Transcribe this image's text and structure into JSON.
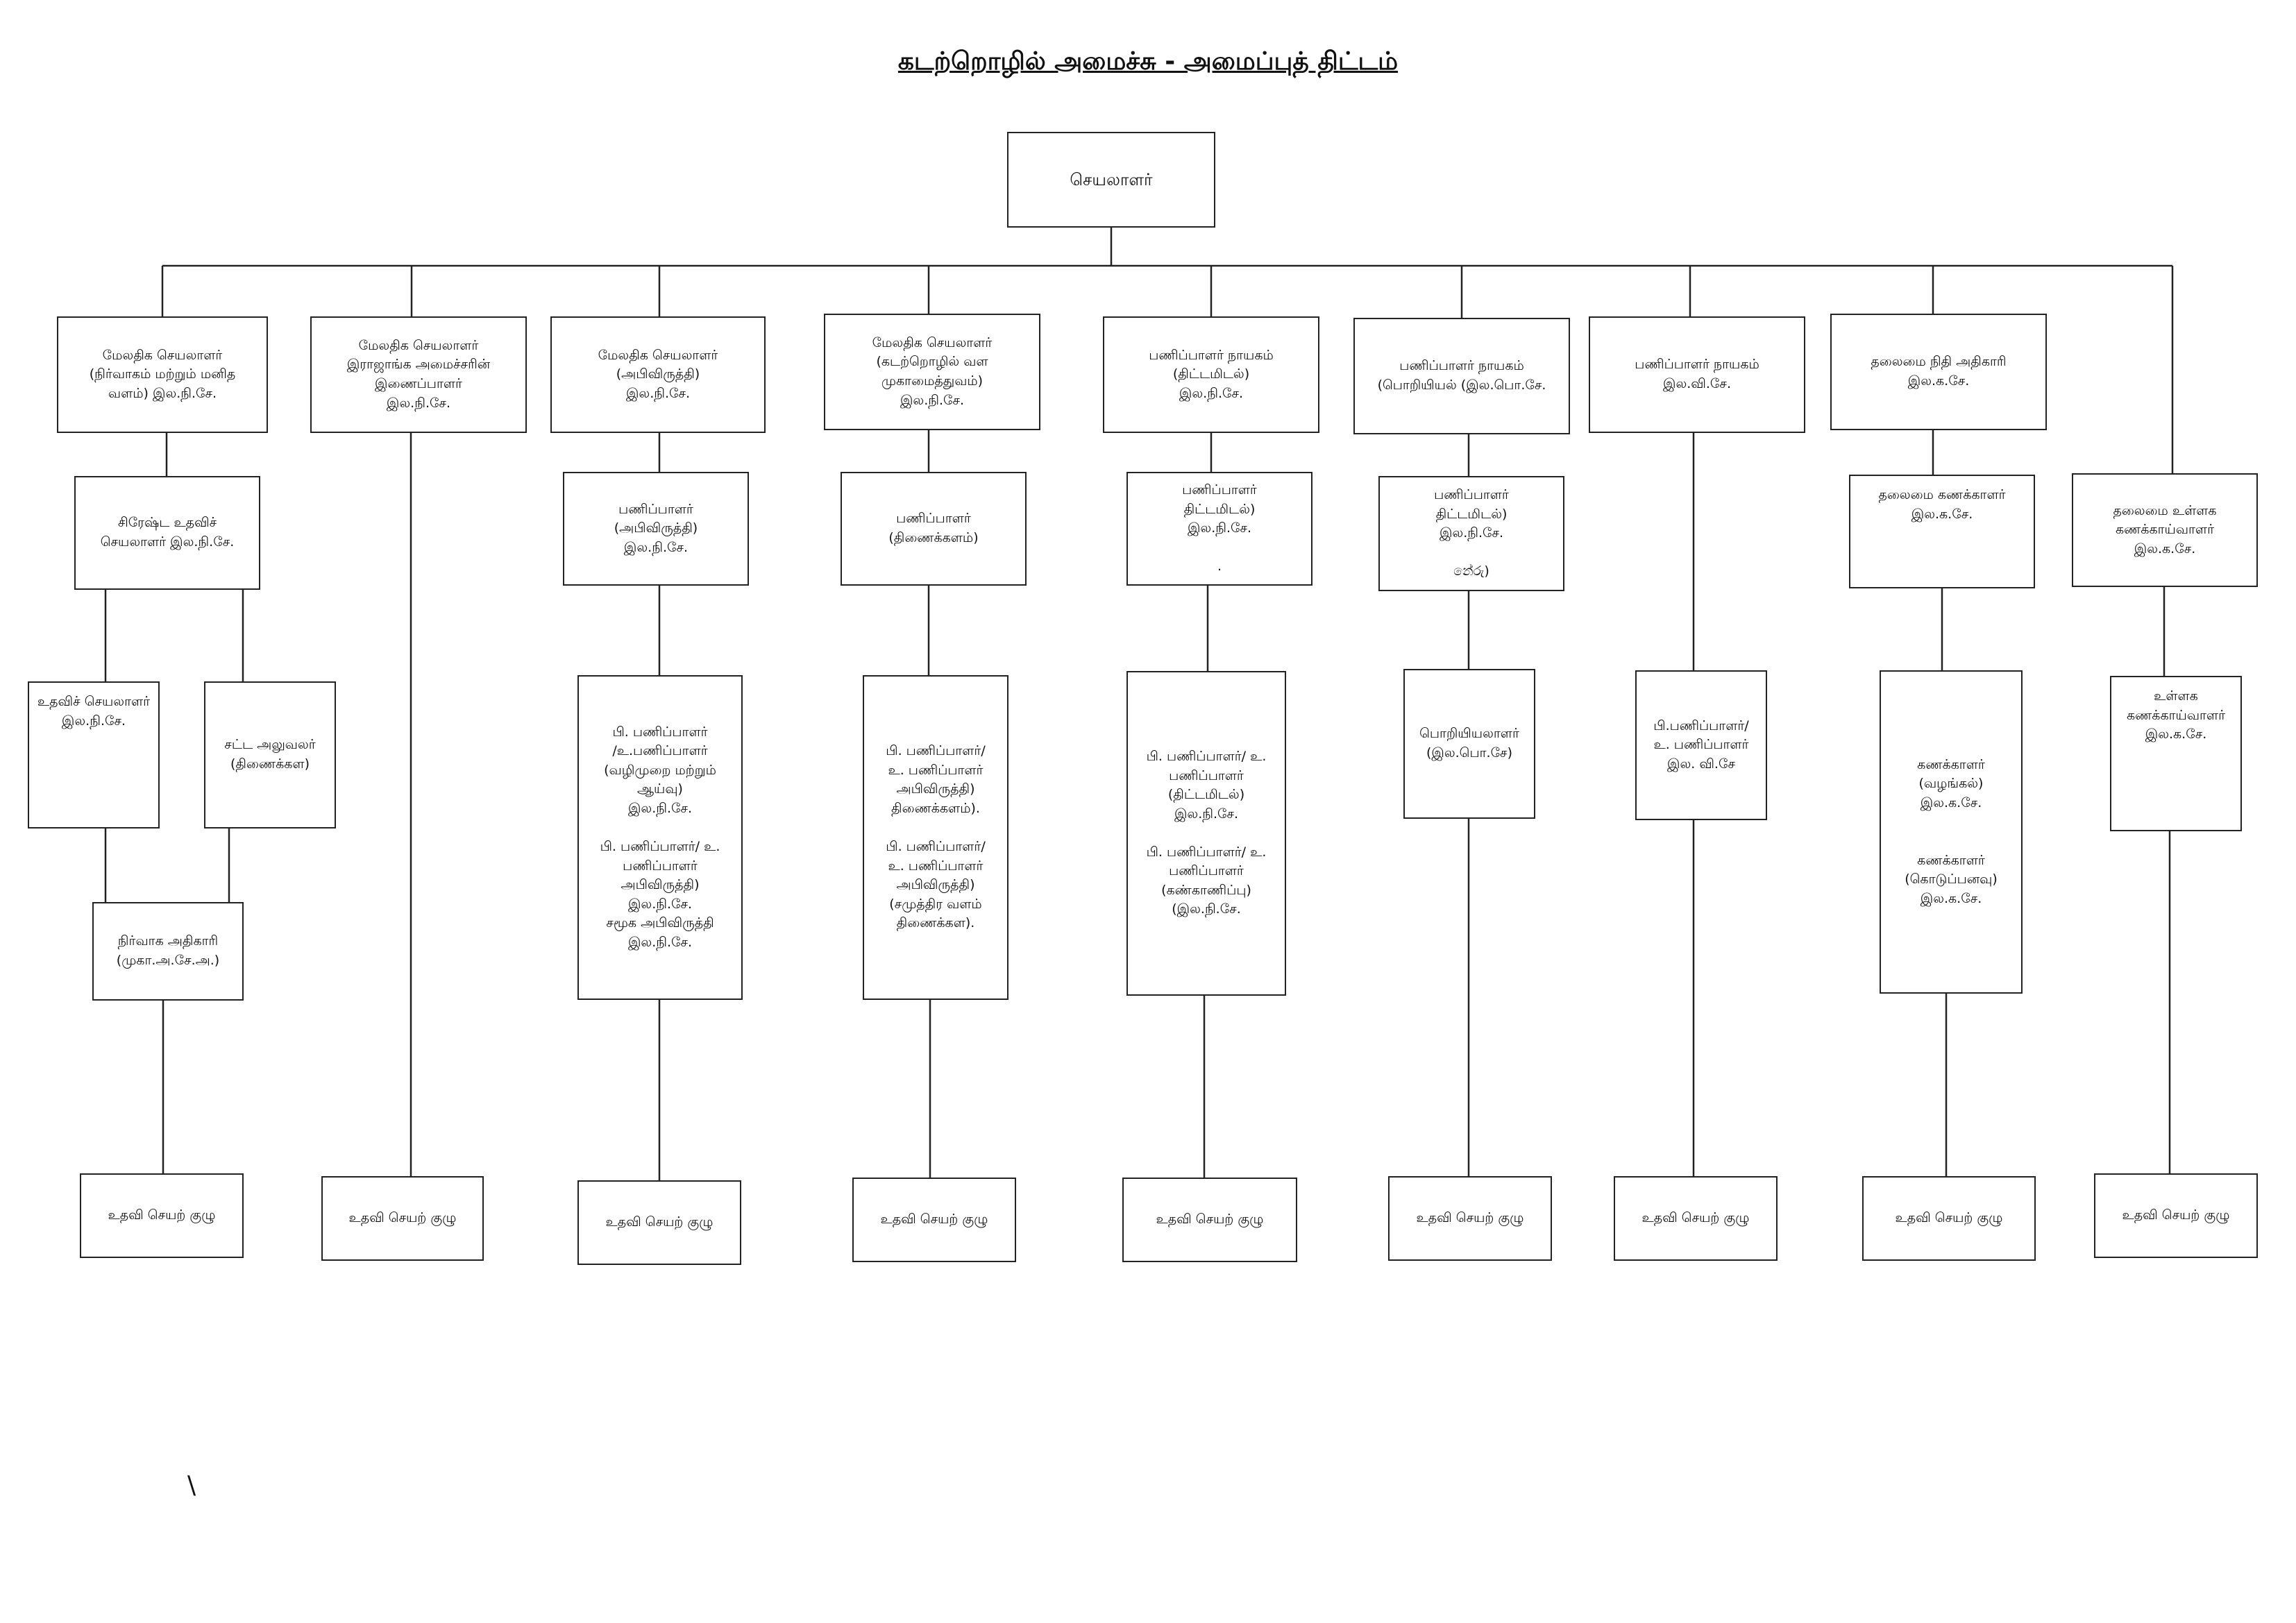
{
  "title": "கடற்றொழில் அமைச்சு - அமைப்புத் திட்டம்",
  "root": "செயலாளர்",
  "nodes": {
    "c1": "மேலதிக செயலாளர்\n(நிர்வாகம் மற்றும் மனித\nவளம்)   இல.நி.சே.",
    "c1a": "சிரேஷ்ட உதவிச்\nசெயலாளர் இல.நி.சே.",
    "c1b": "உதவிச் செயலாளர்\nஇல.நி.சே.",
    "c1c": "சட்ட அலுவலர்\n(திணைக்கள)",
    "c1d": "நிர்வாக அதிகாரி\n(முகா.அ.சே.அ.)",
    "c2": "மேலதிக செயலாளர்\nஇராஜாங்க அமைச்சரின்\nஇணைப்பாளர்\nஇல.நி.சே.",
    "c3": "மேலதிக செயலாளர்\n(அபிவிருத்தி)\nஇல.நி.சே.",
    "c3a": "பணிப்பாளர்\n(அபிவிருத்தி)\nஇல.நி.சே.",
    "c3b": "பி. பணிப்பாளர்\n/உ.பணிப்பாளர்\n(வழிமுறை மற்றும்\nஆய்வு)\nஇல.நி.சே.\n\nபி. பணிப்பாளர்/        உ.\nபணிப்பாளர்\nஅபிவிருத்தி)\nஇல.நி.சே.\nசமூக அபிவிருத்தி\nஇல.நி.சே.",
    "c4": "மேலதிக செயலாளர்\n(கடற்றொழில் வள\nமுகாமைத்துவம்)\nஇல.நி.சே.",
    "c4a": "பணிப்பாளர்\n(திணைக்களம்)",
    "c4b": "பி. பணிப்பாளர்/\nஉ. பணிப்பாளர்\nஅபிவிருத்தி)\nதிணைக்களம்).\n\nபி. பணிப்பாளர்/\nஉ. பணிப்பாளர்\nஅபிவிருத்தி)\n(சமுத்திர வளம்\nதிணைக்கள).",
    "c5": "பணிப்பாளர் நாயகம்\n(திட்டமிடல்)\nஇல.நி.சே.",
    "c5a": "பணிப்பாளர்\nதிட்டமிடல்)\nஇல.நி.சே.\n\n.",
    "c5b": "பி. பணிப்பாளர்/ உ.\nபணிப்பாளர்\n(திட்டமிடல்)\nஇல.நி.சே.\n\nபி. பணிப்பாளர்/ உ.\nபணிப்பாளர்\n(கண்காணிப்பு)\n(இல.நி.சே.",
    "c6": "பணிப்பாளர் நாயகம்\n(பொறியியல் (இல.பொ.சே.",
    "c6a": "பணிப்பாளர்\nதிட்டமிடல்)\nஇல.நி.சே.\n\nනේරු)",
    "c6b": "பொறியியலாளர்\n(இல.பொ.சே)",
    "c7": "பணிப்பாளர் நாயகம்\nஇல.வி.சே.",
    "c7a": "பி.பணிப்பாளர்/\nஉ. பணிப்பாளர்\nஇல. வி.சே",
    "c8": "தலைமை நிதி அதிகாரி\nஇல.க.சே.",
    "c8a": "தலைமை கணக்காளர்\nஇல.க.சே.",
    "c8b": "கணக்காளர்\n(வழங்கல்)\nஇல.க.சே.\n\n\nகணக்காளர்\n(கொடுப்பனவு)\nஇல.க.சே.",
    "c9a": "தலைமை உள்ளக\nகணக்காய்வாளர்\nஇல.க.சே.",
    "c9b": "உள்ளக\nகணக்காய்வாளர்\nஇல.க.சே.",
    "sup": "உதவி செயற் குழு"
  },
  "stray_mark": "\\"
}
